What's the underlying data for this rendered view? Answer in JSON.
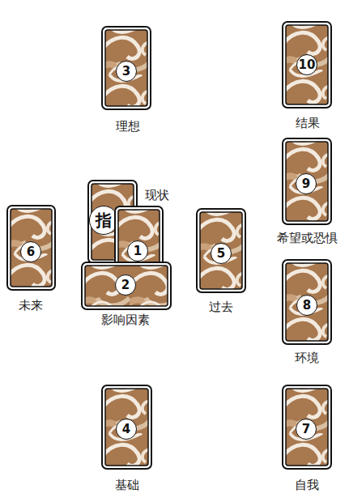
{
  "diagram": {
    "nodes": [
      {
        "text": [
          "3",
          "理想"
        ]
      },
      {
        "text": [
          "10",
          "结果"
        ]
      },
      {
        "text": [
          "指"
        ]
      },
      {
        "text": [
          "1",
          "现状"
        ]
      },
      {
        "text": [
          "9",
          "希望或恐惧"
        ]
      },
      {
        "text": [
          "6",
          "未来"
        ]
      },
      {
        "text": [
          "5",
          "过去"
        ]
      },
      {
        "text": [
          "2",
          "影响因素"
        ]
      },
      {
        "text": [
          "8",
          "环境"
        ]
      },
      {
        "text": [
          "4",
          "基础"
        ]
      },
      {
        "text": [
          "7",
          "自我"
        ]
      }
    ]
  }
}
